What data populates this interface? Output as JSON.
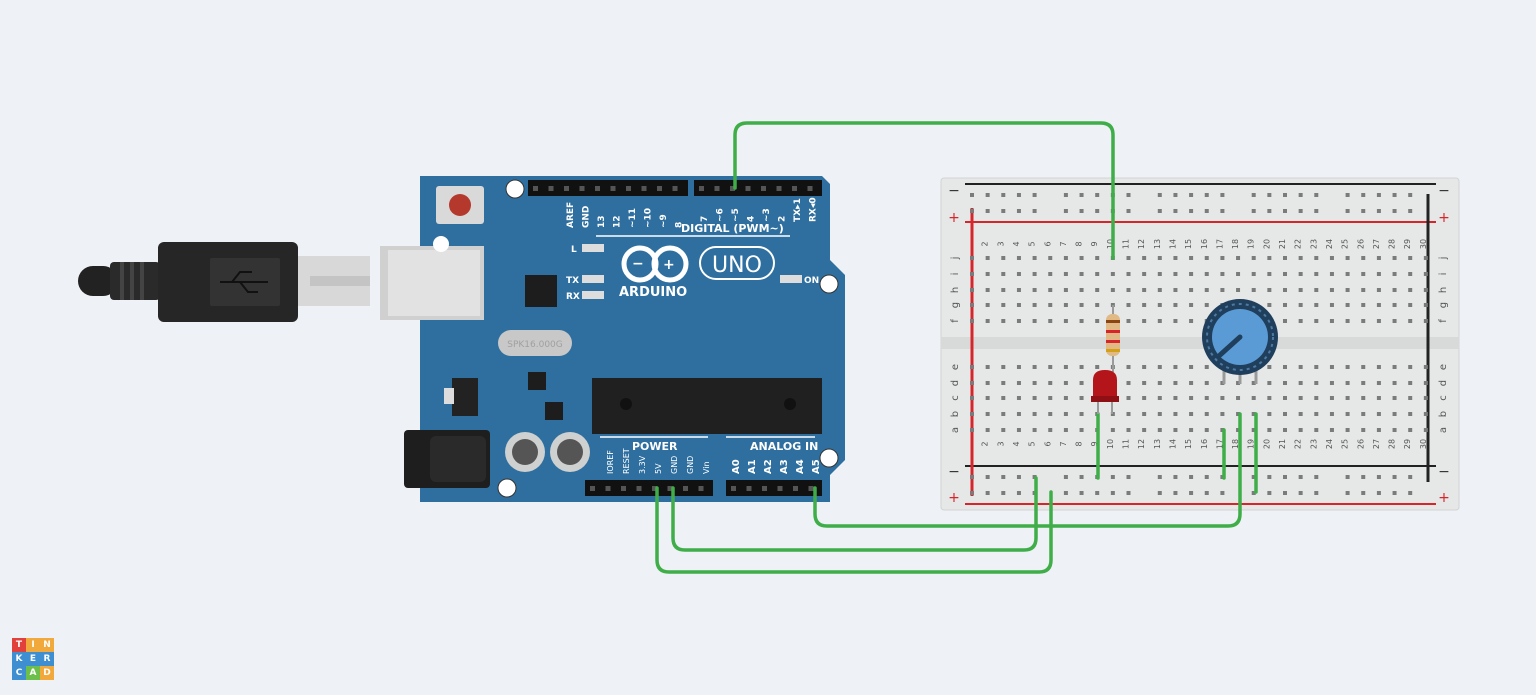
{
  "colors": {
    "background": "#eef1f5",
    "board": "#2f6f9f",
    "board_dark": "#245a83",
    "wire": "#3fae49",
    "rail_red": "#d7262b",
    "rail_black": "#222222",
    "breadboard": "#eceeee",
    "led": "#b3151b",
    "pot_knob": "#5b9bd5"
  },
  "arduino": {
    "brand": "ARDUINO",
    "model": "UNO",
    "digital_header_label": "DIGITAL (PWM~)",
    "digital_pins": [
      "AREF",
      "GND",
      "13",
      "12",
      "~11",
      "~10",
      "~9",
      "8",
      "7",
      "~6",
      "~5",
      "4",
      "~3",
      "2",
      "TX▸1",
      "RX◂0"
    ],
    "power_header_label": "POWER",
    "power_pins": [
      "IOREF",
      "RESET",
      "3.3V",
      "5V",
      "GND",
      "GND",
      "Vin"
    ],
    "analog_header_label": "ANALOG IN",
    "analog_pins": [
      "A0",
      "A1",
      "A2",
      "A3",
      "A4",
      "A5"
    ],
    "led_labels": [
      "L",
      "TX",
      "RX"
    ],
    "on_label": "ON",
    "crystal_text": "SPK16.000G"
  },
  "breadboard": {
    "columns": [
      "2",
      "3",
      "4",
      "5",
      "6",
      "7",
      "8",
      "9",
      "10",
      "11",
      "12",
      "13",
      "14",
      "15",
      "16",
      "17",
      "18",
      "19",
      "20",
      "21",
      "22",
      "23",
      "24",
      "25",
      "26",
      "27",
      "28",
      "29",
      "30"
    ],
    "rows_top": [
      "j",
      "i",
      "h",
      "g",
      "f"
    ],
    "rows_bottom": [
      "e",
      "d",
      "c",
      "b",
      "a"
    ],
    "rail_minus": "−",
    "rail_plus": "+"
  },
  "logo": {
    "letters": [
      "T",
      "I",
      "N",
      "K",
      "E",
      "R",
      "C",
      "A",
      "D"
    ],
    "colors": [
      "#e2403a",
      "#f2a93b",
      "#f2a93b",
      "#3d8fd1",
      "#3d8fd1",
      "#3d8fd1",
      "#3d8fd1",
      "#6cbf4b",
      "#f2a93b"
    ]
  }
}
